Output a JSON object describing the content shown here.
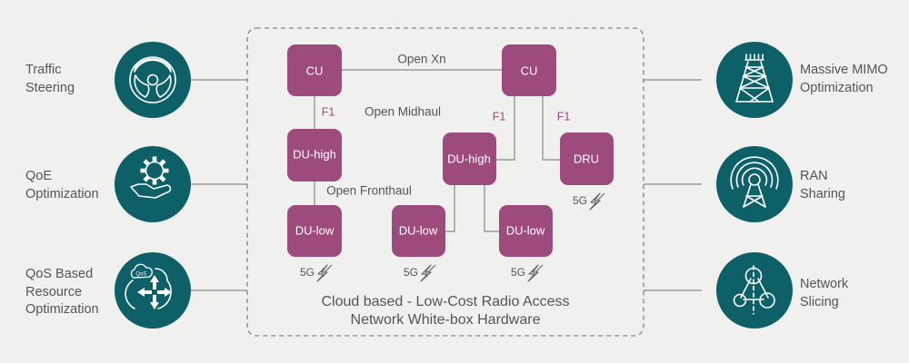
{
  "theme": {
    "background": "#f0f0ee",
    "accent_teal": "#0d6068",
    "accent_magenta": "#9d4a7c",
    "text_gray": "#555558",
    "line_gray": "#8a8a8a"
  },
  "left_features": [
    {
      "label": "Traffic\nSteering",
      "icon": "steering-wheel-icon"
    },
    {
      "label": "QoE\nOptimization",
      "icon": "gear-in-hand-icon"
    },
    {
      "label": "QoS Based\nResource\nOptimization",
      "icon": "qos-cloud-arrows-icon"
    }
  ],
  "right_features": [
    {
      "label": "Massive MIMO\nOptimization",
      "icon": "cell-tower-icon"
    },
    {
      "label": "RAN\nSharing",
      "icon": "broadcast-antenna-icon"
    },
    {
      "label": "Network\nSlicing",
      "icon": "network-slicing-icon"
    }
  ],
  "cloud_box": {
    "caption_line1": "Cloud based - Low-Cost Radio Access",
    "caption_line2": "Network White-box Hardware"
  },
  "nodes": [
    {
      "id": "cu-left",
      "label": "CU"
    },
    {
      "id": "cu-right",
      "label": "CU"
    },
    {
      "id": "du-high-left",
      "label": "DU-high"
    },
    {
      "id": "du-high-mid",
      "label": "DU-high"
    },
    {
      "id": "dru",
      "label": "DRU"
    },
    {
      "id": "du-low-left",
      "label": "DU-low"
    },
    {
      "id": "du-low-mid",
      "label": "DU-low"
    },
    {
      "id": "du-low-right",
      "label": "DU-low"
    }
  ],
  "link_labels": {
    "xn": "Open Xn",
    "midhaul": "Open Midhaul",
    "fronthaul": "Open Fronthaul",
    "f1_left": "F1",
    "f1_mid": "F1",
    "f1_right": "F1"
  },
  "radio_tags": [
    {
      "for": "dru",
      "label": "5G"
    },
    {
      "for": "du-low-left",
      "label": "5G"
    },
    {
      "for": "du-low-mid",
      "label": "5G"
    },
    {
      "for": "du-low-right",
      "label": "5G"
    }
  ]
}
